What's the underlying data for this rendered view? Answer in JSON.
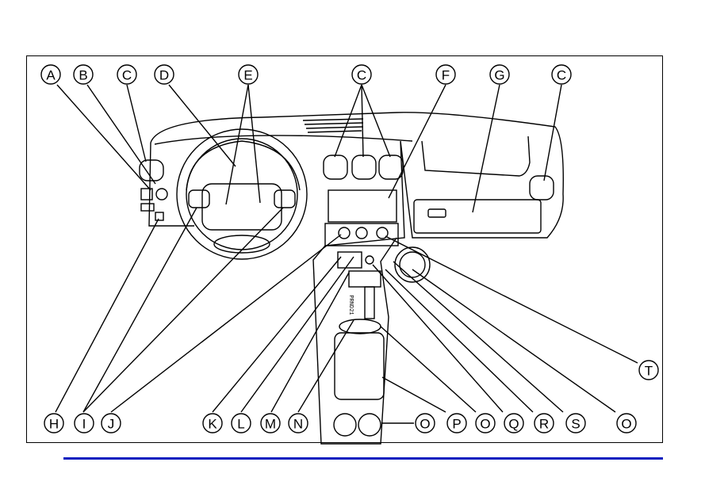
{
  "labels": [
    "A",
    "B",
    "C",
    "D",
    "E",
    "C",
    "F",
    "G",
    "C",
    "H",
    "I",
    "J",
    "K",
    "L",
    "M",
    "N",
    "O",
    "P",
    "O",
    "Q",
    "R",
    "S",
    "O",
    "T"
  ],
  "rule_color": "#0a1fbf",
  "line_color": "#000000",
  "gear_text": "PRND21"
}
